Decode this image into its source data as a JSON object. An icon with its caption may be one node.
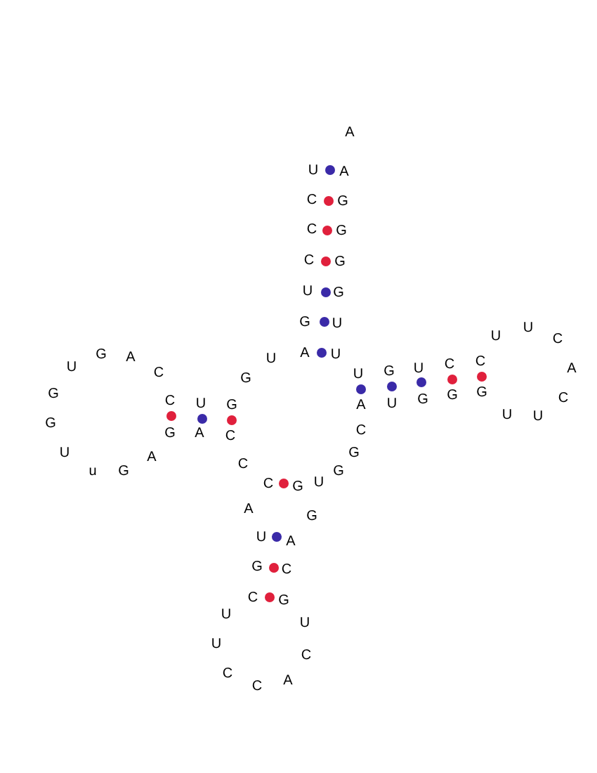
{
  "diagram": {
    "labels": [
      "A",
      "U",
      "A",
      "C",
      "G",
      "C",
      "G",
      "C",
      "G",
      "U",
      "G",
      "G",
      "U",
      "U",
      "U",
      "C",
      "U",
      "G",
      "A",
      "C",
      "U",
      "A",
      "U",
      "U",
      "G",
      "U",
      "C",
      "C",
      "A",
      "G",
      "G",
      "C",
      "U",
      "G",
      "A",
      "U",
      "G",
      "G",
      "G",
      "C",
      "U",
      "U",
      "G",
      "G",
      "A",
      "C",
      "C",
      "U",
      "u",
      "G",
      "A",
      "C",
      "G",
      "G",
      "C",
      "G",
      "U",
      "A",
      "G",
      "U",
      "A",
      "G",
      "C",
      "C",
      "G",
      "U",
      "U",
      "U",
      "C",
      "C",
      "C",
      "A"
    ]
  }
}
